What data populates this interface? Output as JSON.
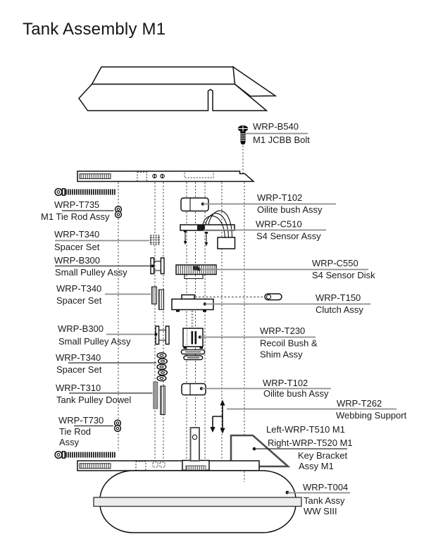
{
  "title": "Tank Assembly M1",
  "colors": {
    "ink": "#1a1a1a",
    "leader_gray": "#8c8c8c"
  },
  "labels": {
    "bolt": {
      "part": "WRP-B540",
      "desc": "M1 JCBB Bolt"
    },
    "tie_rod_top": {
      "part": "WRP-T735",
      "desc": "M1 Tie Rod Assy"
    },
    "oilite_top": {
      "part": "WRP-T102",
      "desc": "Oilite bush Assy"
    },
    "sensor_assy": {
      "part": "WRP-C510",
      "desc": "S4 Sensor Assy"
    },
    "spacer_1": {
      "part": "WRP-T340",
      "desc": "Spacer Set"
    },
    "pulley_1": {
      "part": "WRP-B300",
      "desc": "Small Pulley Assy"
    },
    "sensor_disk": {
      "part": "WRP-C550",
      "desc": "S4 Sensor Disk"
    },
    "spacer_2": {
      "part": "WRP-T340",
      "desc": "Spacer Set"
    },
    "clutch": {
      "part": "WRP-T150",
      "desc": "Clutch Assy"
    },
    "pulley_2": {
      "part": "WRP-B300",
      "desc": "Small Pulley Assy"
    },
    "recoil": {
      "part": "WRP-T230",
      "desc1": "Recoil Bush &",
      "desc2": "Shim Assy"
    },
    "spacer_3": {
      "part": "WRP-T340",
      "desc": "Spacer Set"
    },
    "dowel": {
      "part": "WRP-T310",
      "desc": "Tank Pulley Dowel"
    },
    "oilite_bottom": {
      "part": "WRP-T102",
      "desc": "Oilite bush Assy"
    },
    "webbing": {
      "part": "WRP-T262",
      "desc": "Webbing Support"
    },
    "tie_rod_bottom": {
      "part": "WRP-T730",
      "desc1": "Tie Rod",
      "desc2": "Assy"
    },
    "key_bracket": {
      "line1": "Left-WRP-T510 M1",
      "line2": "Right-WRP-T520 M1",
      "desc1": "Key Bracket",
      "desc2": "Assy M1"
    },
    "tank": {
      "part": "WRP-T004",
      "desc1": "Tank Assy",
      "desc2": "WW SIII"
    }
  }
}
